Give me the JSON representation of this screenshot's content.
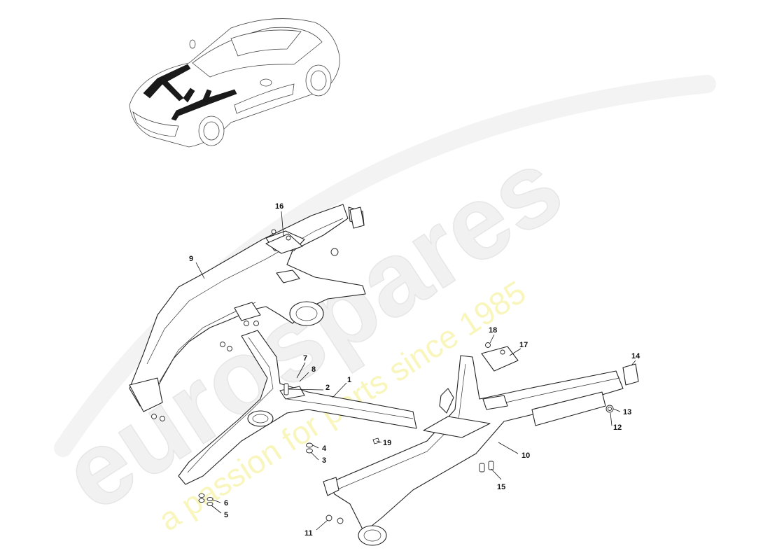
{
  "watermark": {
    "brand": "eurospares",
    "tagline": "a passion for parts since 1985",
    "brand_color": "#eeeeee",
    "tagline_color": "#f3ef8c"
  },
  "callouts": [
    "1",
    "2",
    "3",
    "4",
    "5",
    "6",
    "7",
    "8",
    "9",
    "10",
    "11",
    "12",
    "13",
    "14",
    "15",
    "16",
    "17",
    "18",
    "19"
  ],
  "colors": {
    "line": "#222222",
    "background": "#ffffff",
    "car_highlight": "#1a1a1a"
  }
}
